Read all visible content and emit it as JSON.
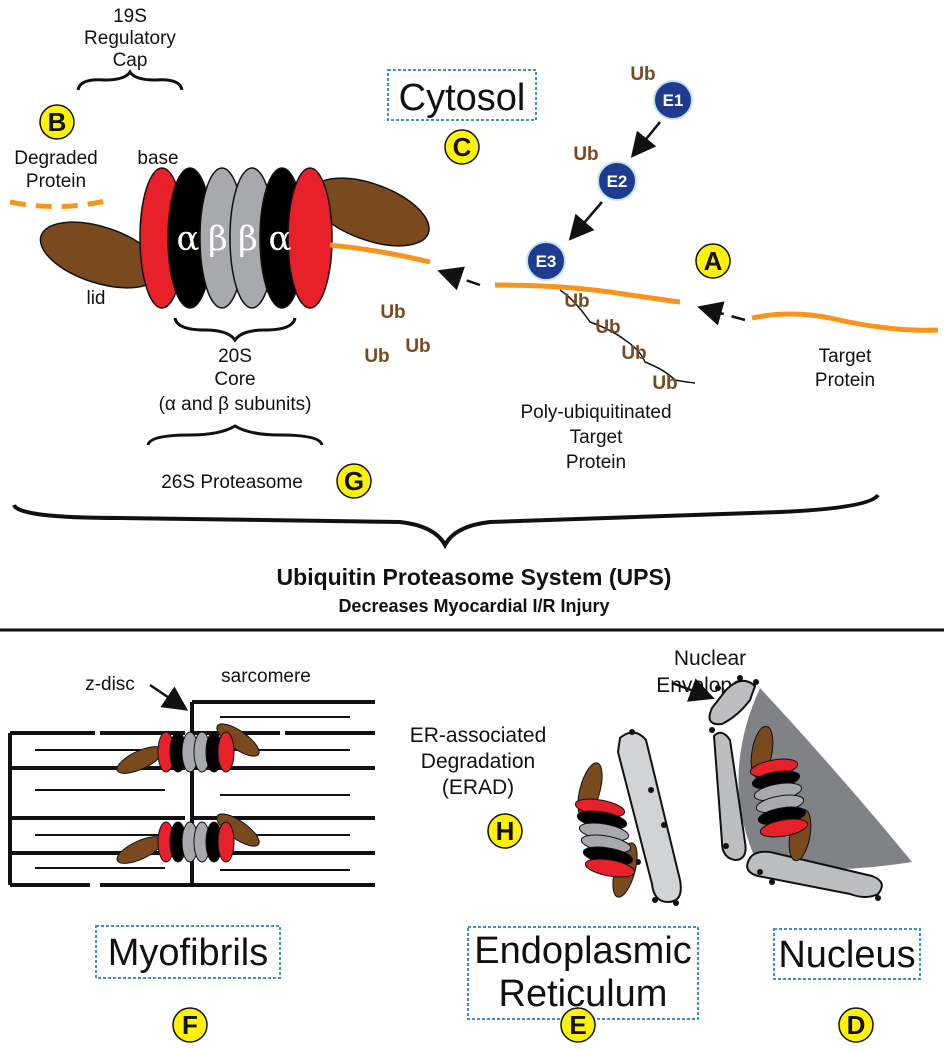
{
  "header": {
    "cap_label_1": "19S",
    "cap_label_2": "Regulatory",
    "cap_label_3": "Cap",
    "degraded_1": "Degraded",
    "degraded_2": "Protein",
    "base": "base",
    "lid": "lid",
    "core_1": "20S",
    "core_2": "Core",
    "core_3": "(α and β subunits)",
    "proteasome": "26S Proteasome",
    "cytosol": "Cytosol",
    "poly_1": "Poly-ubiquitinated",
    "poly_2": "Target",
    "poly_3": "Protein",
    "target_1": "Target",
    "target_2": "Protein",
    "subunits": [
      "α",
      "β",
      "β",
      "α"
    ]
  },
  "enzymes": [
    "E1",
    "E2",
    "E3"
  ],
  "ub_label": "Ub",
  "badges": {
    "A": "A",
    "B": "B",
    "C": "C",
    "D": "D",
    "E": "E",
    "F": "F",
    "G": "G",
    "H": "H"
  },
  "title": {
    "line1": "Ubiquitin Proteasome System (UPS)",
    "line2": "Decreases Myocardial I/R Injury"
  },
  "bottom": {
    "zdisc": "z-disc",
    "sarcomere": "sarcomere",
    "nuclear_1": "Nuclear",
    "nuclear_2": "Envelope",
    "erad_1": "ER-associated",
    "erad_2": "Degradation",
    "erad_3": "(ERAD)",
    "myofibrils": "Myofibrils",
    "er_1": "Endoplasmic",
    "er_2": "Reticulum",
    "nucleus": "Nucleus"
  },
  "colors": {
    "red": "#e8202a",
    "black": "#000000",
    "gray": "#a7a9ac",
    "brown": "#7a4a1f",
    "orange": "#f7941d",
    "enzyme_blue": "#1f3b8f",
    "badge_yellow": "#fff200",
    "box_blue": "#3b8fd6"
  }
}
